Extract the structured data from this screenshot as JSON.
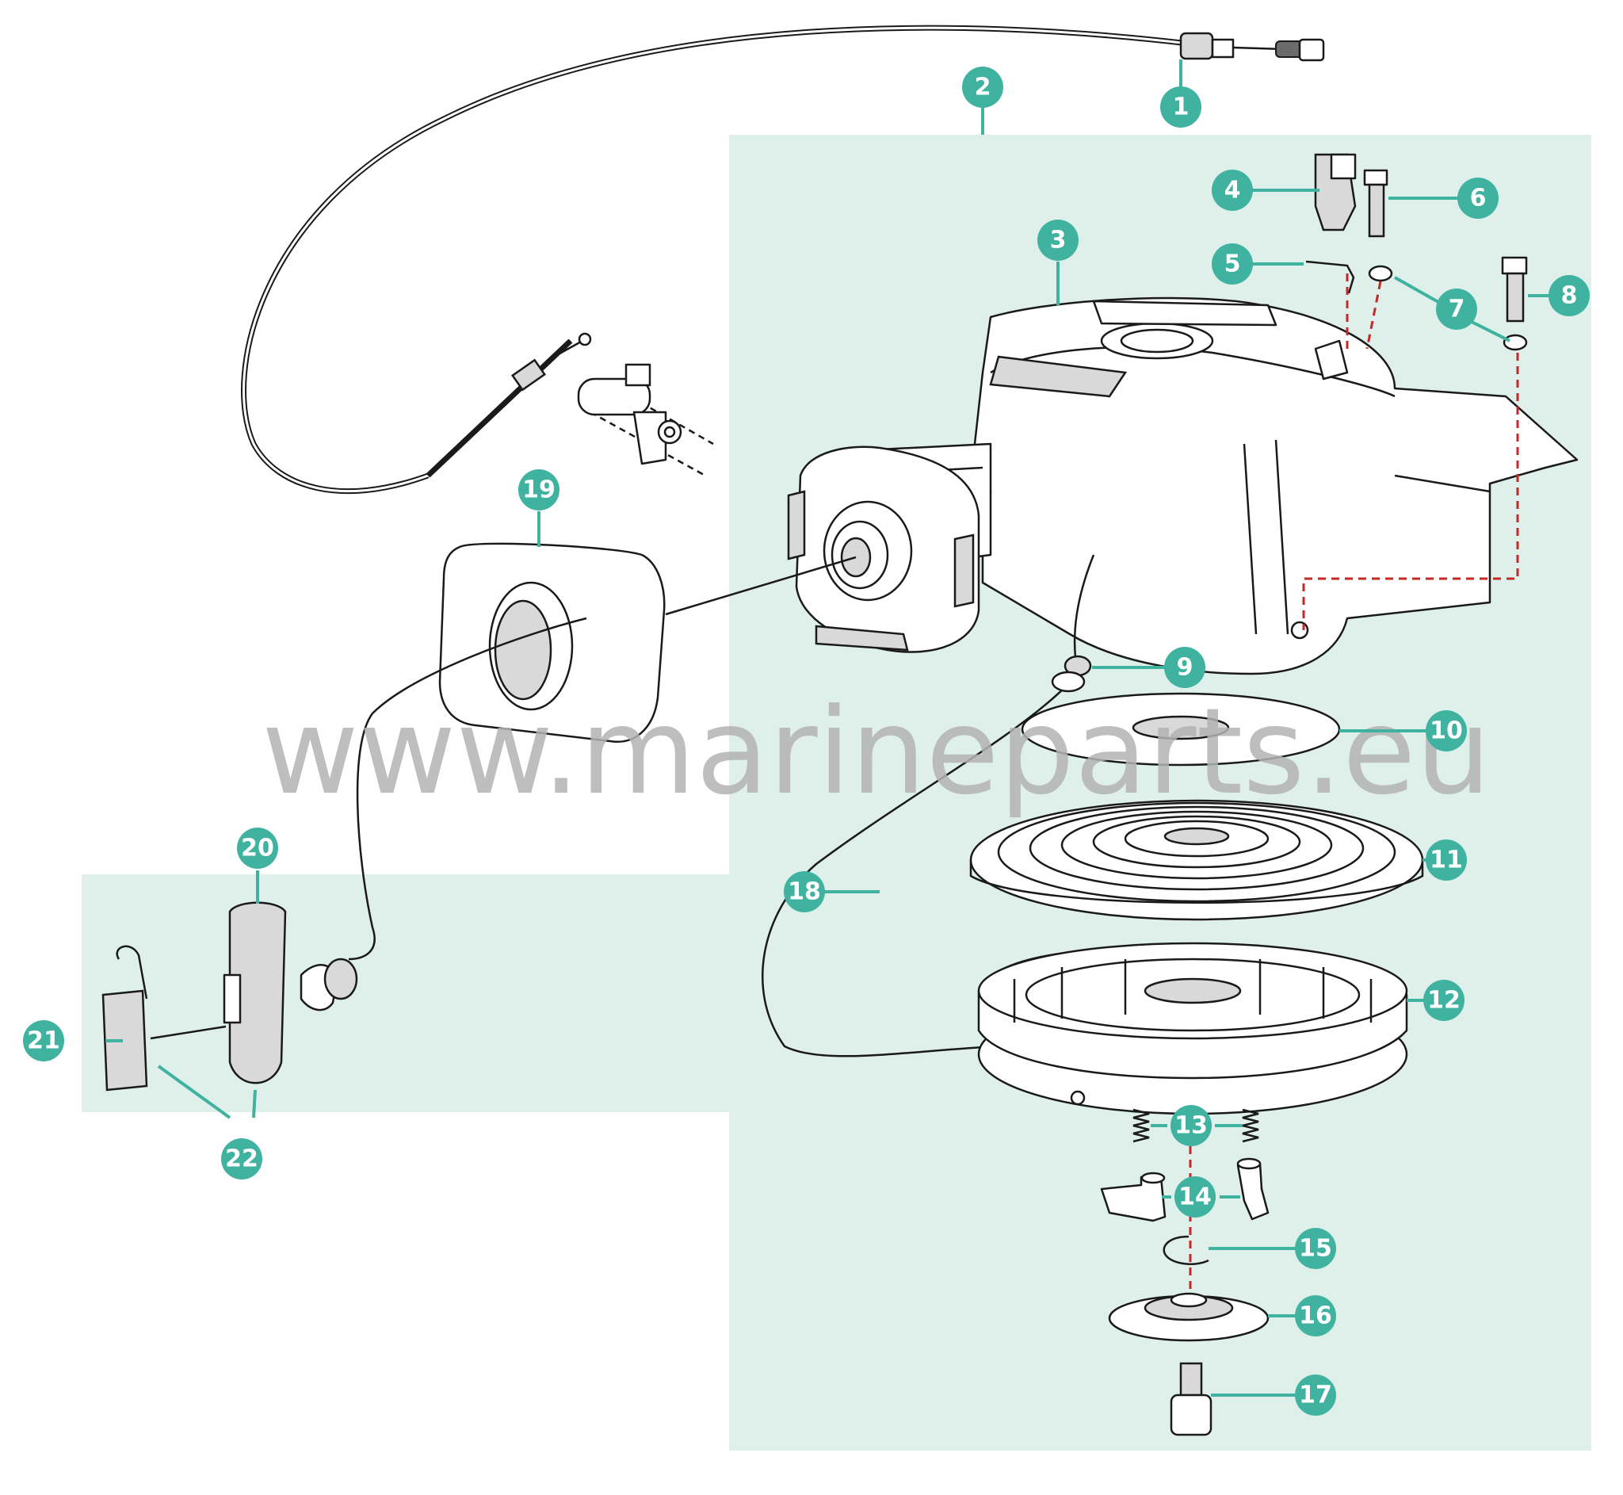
{
  "colors": {
    "accent": "#3fb3a0",
    "panel": "#dff0eb",
    "assembly_line": "#c62828"
  },
  "watermark": "www.marineparts.eu",
  "callouts": [
    "1",
    "2",
    "3",
    "4",
    "5",
    "6",
    "7",
    "8",
    "9",
    "10",
    "11",
    "12",
    "13",
    "14",
    "15",
    "16",
    "17",
    "18",
    "19",
    "20",
    "21",
    "22"
  ]
}
